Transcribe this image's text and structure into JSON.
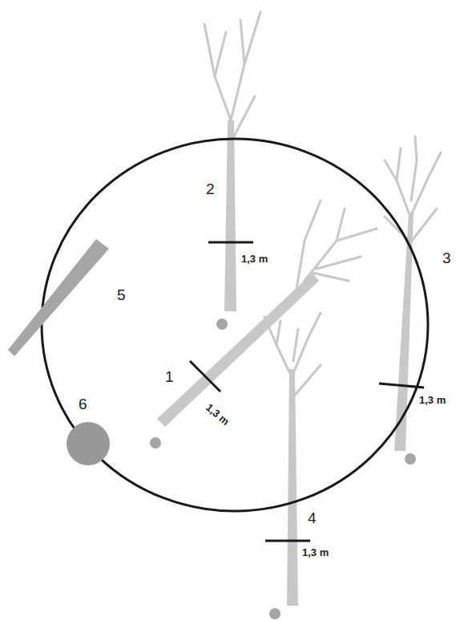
{
  "diagram": {
    "labels": [
      "2",
      "1,3 m",
      "3",
      "5",
      "1",
      "1,3 m",
      "1,3 m",
      "6",
      "4",
      "1,3 m"
    ]
  }
}
